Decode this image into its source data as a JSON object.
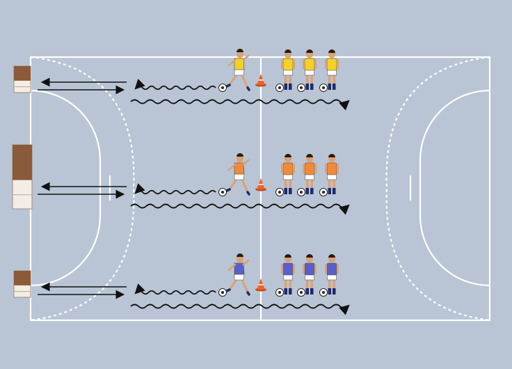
{
  "diagram": {
    "colors": {
      "background": "#b9c5d4",
      "line": "#ffffff",
      "arrow": "#111111",
      "cone": "#e8642c",
      "box": "#8a5a3a",
      "skin": "#d9a27a",
      "hair": "#2a1a10",
      "socks": "#1d2a6a"
    },
    "lanes": [
      {
        "team_color": "#f2d12a",
        "shorts_color": "#ffffff",
        "queue_size": 3
      },
      {
        "team_color": "#f08a3a",
        "shorts_color": "#ffffff",
        "queue_size": 3
      },
      {
        "team_color": "#5a5fc8",
        "shorts_color": "#ffffff",
        "queue_size": 3
      }
    ],
    "icons": {
      "ball": "soccer-ball-icon",
      "cone": "cone-icon",
      "dribbler": "running-player-icon",
      "waiting": "standing-player-icon",
      "goal_box": "target-box-icon"
    }
  }
}
